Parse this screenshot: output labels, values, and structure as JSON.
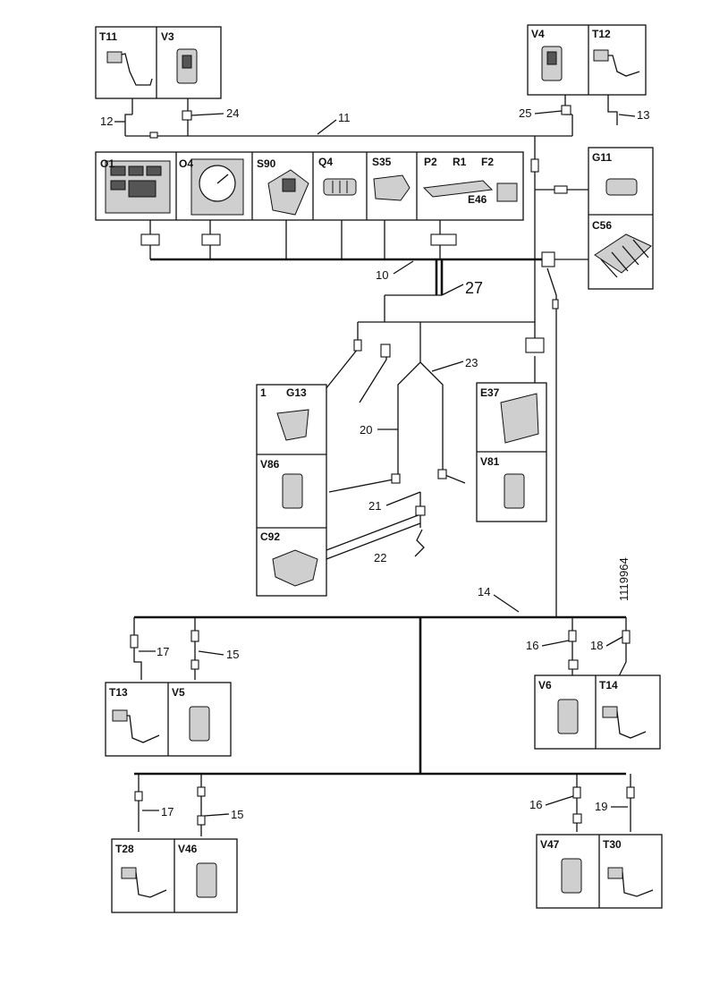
{
  "figure_ref": "1119964",
  "components": {
    "T11": "T11",
    "V3": "V3",
    "V4": "V4",
    "T12": "T12",
    "O1": "O1",
    "O4": "O4",
    "S90": "S90",
    "Q4": "Q4",
    "S35": "S35",
    "P2": "P2",
    "R1": "R1",
    "F2": "F2",
    "E46": "E46",
    "G11": "G11",
    "C56": "C56",
    "n1": "1",
    "G13": "G13",
    "V86": "V86",
    "C92": "C92",
    "E37": "E37",
    "V81": "V81",
    "T13": "T13",
    "V5": "V5",
    "V6": "V6",
    "T14": "T14",
    "T28": "T28",
    "V46": "V46",
    "V47": "V47",
    "T30": "T30"
  },
  "harness": {
    "h10": "10",
    "h11": "11",
    "h12": "12",
    "h13": "13",
    "h14": "14",
    "h15a": "15",
    "h15b": "15",
    "h16a": "16",
    "h16b": "16",
    "h17a": "17",
    "h17b": "17",
    "h18": "18",
    "h19": "19",
    "h20": "20",
    "h21": "21",
    "h22": "22",
    "h23": "23",
    "h24": "24",
    "h25": "25",
    "h27": "27"
  }
}
